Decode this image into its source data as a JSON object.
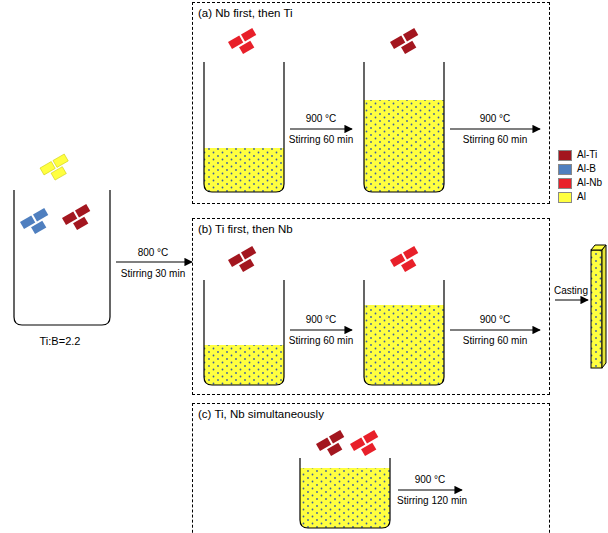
{
  "diagram": {
    "nodes": [
      {
        "text": [
          "Ti:B=2.2"
        ]
      },
      {
        "text": [
          "(a) Nb first, then Ti"
        ]
      },
      {
        "text": [
          "(b) Ti first, then Nb"
        ]
      },
      {
        "text": [
          "(c) Ti, Nb simultaneously"
        ]
      }
    ],
    "edges": [
      {
        "from": 0,
        "to": 2,
        "arrow": "to"
      }
    ],
    "labels": [
      "800 °C",
      "Stirring 30 min",
      "900 °C",
      "Stirring 60 min",
      "900 °C",
      "Stirring 60 min",
      "900 °C",
      "Stirring 60 min",
      "900 °C",
      "Stirring 60 min",
      "Casting",
      "900 °C",
      "Stirring 120 min"
    ],
    "legend": [
      {
        "text": "Al-Ti",
        "color": "#a3161f"
      },
      {
        "text": "Al-B",
        "color": "#4f7fbf"
      },
      {
        "text": "Al-Nb",
        "color": "#e8202a"
      },
      {
        "text": "Al",
        "color": "#ffff40"
      }
    ]
  }
}
